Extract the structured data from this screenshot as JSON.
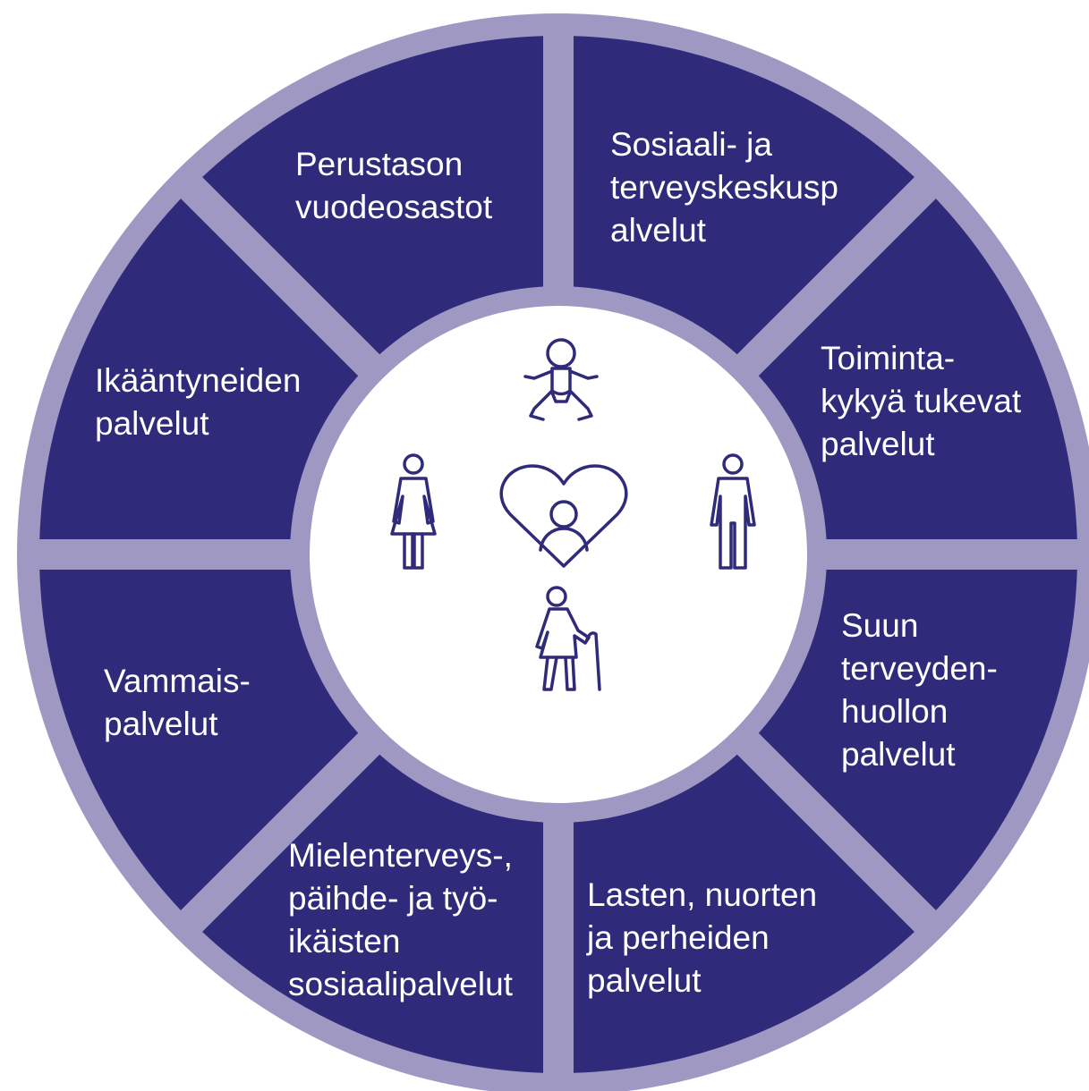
{
  "colors": {
    "ring": "#9F98C2",
    "segment": "#2F2A7A",
    "center": "#FFFFFF",
    "icon_stroke": "#2F2A7A",
    "label_text": "#FFFFFF"
  },
  "segments": [
    {
      "label": "Sosiaali- ja\nterveyskeskusp\nalvelut"
    },
    {
      "label": "Toiminta-\nkykyä tukevat\npalvelut"
    },
    {
      "label": "Suun\nterveyden-\nhuollon\npalvelut"
    },
    {
      "label": "Lasten, nuorten\nja perheiden\npalvelut"
    },
    {
      "label": "Mielenterveys-,\npäihde- ja työ-\nikäisten\nsosiaalipalvelut"
    },
    {
      "label": "Vammais-\npalvelut"
    },
    {
      "label": "Ikääntyneiden\npalvelut"
    },
    {
      "label": "Perustason\nvuodeosastot"
    }
  ],
  "center_icons": [
    "baby-icon",
    "woman-icon",
    "heart-person-icon",
    "man-icon",
    "elderly-person-icon"
  ]
}
